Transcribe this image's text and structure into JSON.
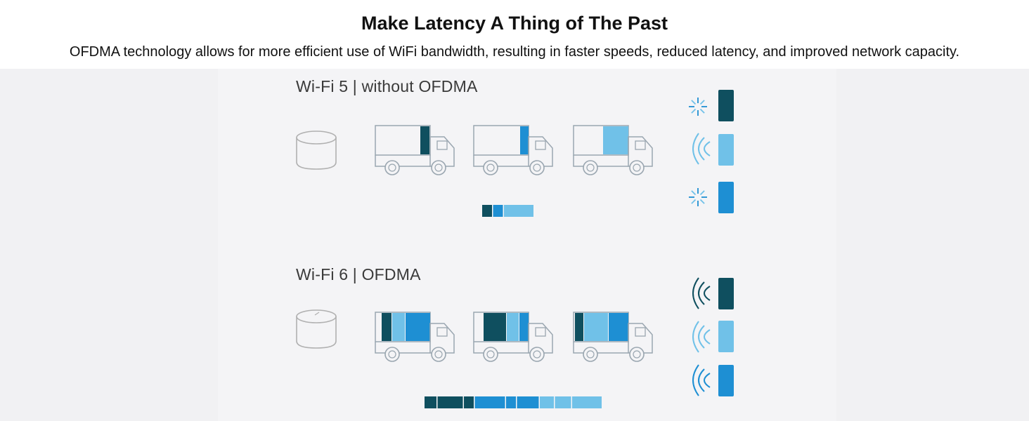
{
  "header": {
    "title": "Make Latency A Thing of The Past",
    "subtitle": "OFDMA technology allows for more efficient use of WiFi bandwidth, resulting in faster speeds, reduced latency, and improved network capacity."
  },
  "sections": [
    {
      "label": "Wi-Fi 5 | without OFDMA"
    },
    {
      "label": "Wi-Fi 6 | OFDMA"
    }
  ],
  "colors": {
    "dark": "#0f4f5f",
    "mid": "#1e8fd3",
    "light": "#70c1e8",
    "outline": "#9aa6b0",
    "router": "#b0b0b0"
  }
}
